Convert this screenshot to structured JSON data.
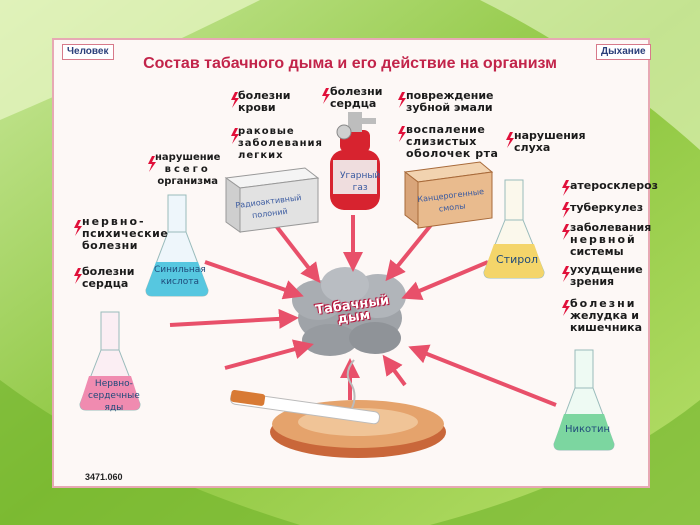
{
  "header": {
    "left_tag": "Человек",
    "right_tag": "Дыхание",
    "title": "Состав табачного дыма и его действие на организм"
  },
  "center": {
    "line1": "Табачный",
    "line2": "дым"
  },
  "sources": {
    "radioactive_polonium": [
      "Радиоактивный",
      "полоний"
    ],
    "carbon_monoxide": [
      "Угарный",
      "газ"
    ],
    "carcinogenic_resins": [
      "Канцерогенные",
      "смолы"
    ],
    "hydrocyanic_acid": [
      "Синильная",
      "кислота"
    ],
    "styrene": "Стирол",
    "nerve_heart_poisons": [
      "Нервно-",
      "сердечные",
      "яды"
    ],
    "nicotine": "Никотин"
  },
  "effects": {
    "blood": [
      "болезни",
      "крови"
    ],
    "lung_cancer": [
      "раковые",
      "заболевания",
      "легких"
    ],
    "heart_top": [
      "болезни",
      "сердца"
    ],
    "enamel": [
      "повреждение",
      "зубной эмали"
    ],
    "mucosa": [
      "воспаление",
      "слизистых",
      "оболочек рта"
    ],
    "hearing": [
      "нарушения",
      "слуха"
    ],
    "whole_body": [
      "нарушение",
      "всего",
      "организма"
    ],
    "neuro": [
      "нервно-",
      "психические",
      "болезни"
    ],
    "heart_left": [
      "болезни",
      "сердца"
    ],
    "atherosclerosis": "атеросклероз",
    "tuberculosis": "туберкулез",
    "nervous_system": [
      "заболевания",
      "нервной",
      "системы"
    ],
    "vision": [
      "ухудщение",
      "зрения"
    ],
    "stomach": [
      "болезни",
      "желудка и",
      "кишечника"
    ]
  },
  "footer": {
    "code": "3471.060"
  },
  "colors": {
    "arrow": "#e8506a",
    "lightning": "#e0103a",
    "title": "#c2244a",
    "bg_green": "#8dc63f",
    "liquid_blue": "#56c7e0",
    "liquid_pink": "#f08bb0",
    "liquid_yellow": "#f4d56a",
    "liquid_green": "#7cd6a0"
  }
}
